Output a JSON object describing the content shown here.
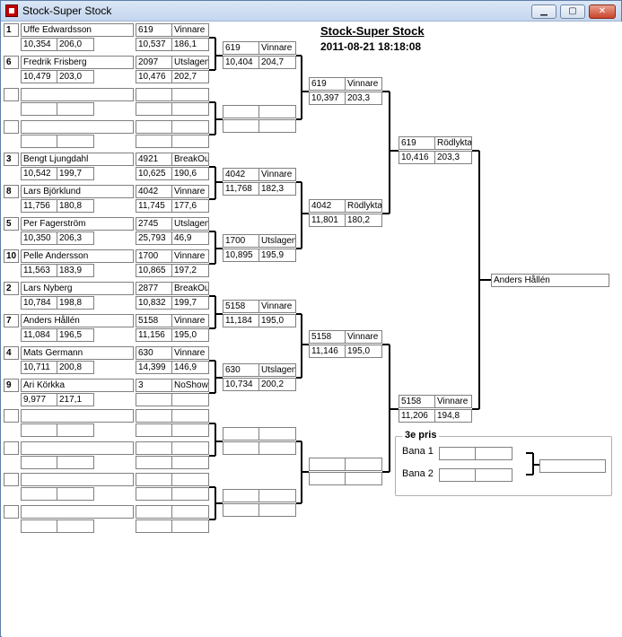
{
  "window": {
    "title": "Stock-Super Stock",
    "minimize_label": "▁",
    "maximize_label": "▢",
    "close_label": "✕"
  },
  "header": {
    "title": "Stock-Super Stock",
    "datetime": "2011-08-21 18:18:08"
  },
  "slots": [
    {
      "seed": "1",
      "name": "Uffe Edwardsson",
      "t1": "10,354",
      "t2": "206,0",
      "no": "619",
      "status": "Vinnare",
      "c1": "10,537",
      "c2": "186,1"
    },
    {
      "seed": "6",
      "name": "Fredrik Frisberg",
      "t1": "10,479",
      "t2": "203,0",
      "no": "2097",
      "status": "Utslagen",
      "c1": "10,476",
      "c2": "202,7"
    },
    {
      "seed": "",
      "name": "",
      "t1": "",
      "t2": "",
      "no": "",
      "status": "",
      "c1": "",
      "c2": ""
    },
    {
      "seed": "",
      "name": "",
      "t1": "",
      "t2": "",
      "no": "",
      "status": "",
      "c1": "",
      "c2": ""
    },
    {
      "seed": "3",
      "name": "Bengt Ljungdahl",
      "t1": "10,542",
      "t2": "199,7",
      "no": "4921",
      "status": "BreakOut",
      "c1": "10,625",
      "c2": "190,6"
    },
    {
      "seed": "8",
      "name": "Lars Björklund",
      "t1": "11,756",
      "t2": "180,8",
      "no": "4042",
      "status": "Vinnare",
      "c1": "11,745",
      "c2": "177,6"
    },
    {
      "seed": "5",
      "name": "Per Fagerström",
      "t1": "10,350",
      "t2": "206,3",
      "no": "2745",
      "status": "Utslagen",
      "c1": "25,793",
      "c2": "46,9"
    },
    {
      "seed": "10",
      "name": "Pelle Andersson",
      "t1": "11,563",
      "t2": "183,9",
      "no": "1700",
      "status": "Vinnare",
      "c1": "10,865",
      "c2": "197,2"
    },
    {
      "seed": "2",
      "name": "Lars Nyberg",
      "t1": "10,784",
      "t2": "198,8",
      "no": "2877",
      "status": "BreakOut",
      "c1": "10,832",
      "c2": "199,7"
    },
    {
      "seed": "7",
      "name": "Anders Hållén",
      "t1": "11,084",
      "t2": "196,5",
      "no": "5158",
      "status": "Vinnare",
      "c1": "11,156",
      "c2": "195,0"
    },
    {
      "seed": "4",
      "name": "Mats Germann",
      "t1": "10,711",
      "t2": "200,8",
      "no": "630",
      "status": "Vinnare",
      "c1": "14,399",
      "c2": "146,9"
    },
    {
      "seed": "9",
      "name": "Ari Körkka",
      "t1": "9,977",
      "t2": "217,1",
      "no": "3",
      "status": "NoShow",
      "c1": "",
      "c2": ""
    },
    {
      "seed": "",
      "name": "",
      "t1": "",
      "t2": "",
      "no": "",
      "status": "",
      "c1": "",
      "c2": ""
    },
    {
      "seed": "",
      "name": "",
      "t1": "",
      "t2": "",
      "no": "",
      "status": "",
      "c1": "",
      "c2": ""
    },
    {
      "seed": "",
      "name": "",
      "t1": "",
      "t2": "",
      "no": "",
      "status": "",
      "c1": "",
      "c2": ""
    },
    {
      "seed": "",
      "name": "",
      "t1": "",
      "t2": "",
      "no": "",
      "status": "",
      "c1": "",
      "c2": ""
    }
  ],
  "round2": [
    {
      "no": "619",
      "status": "Vinnare",
      "c1": "10,404",
      "c2": "204,7"
    },
    {
      "no": "",
      "status": "",
      "c1": "",
      "c2": ""
    },
    {
      "no": "4042",
      "status": "Vinnare",
      "c1": "11,768",
      "c2": "182,3"
    },
    {
      "no": "1700",
      "status": "Utslagen",
      "c1": "10,895",
      "c2": "195,9"
    },
    {
      "no": "5158",
      "status": "Vinnare",
      "c1": "11,184",
      "c2": "195,0"
    },
    {
      "no": "630",
      "status": "Utslagen",
      "c1": "10,734",
      "c2": "200,2"
    },
    {
      "no": "",
      "status": "",
      "c1": "",
      "c2": ""
    },
    {
      "no": "",
      "status": "",
      "c1": "",
      "c2": ""
    }
  ],
  "round3": [
    {
      "no": "619",
      "status": "Vinnare",
      "c1": "10,397",
      "c2": "203,3"
    },
    {
      "no": "4042",
      "status": "Rödlykta",
      "c1": "11,801",
      "c2": "180,2"
    },
    {
      "no": "5158",
      "status": "Vinnare",
      "c1": "11,146",
      "c2": "195,0"
    },
    {
      "no": "",
      "status": "",
      "c1": "",
      "c2": ""
    }
  ],
  "round4": [
    {
      "no": "619",
      "status": "Rödlykta",
      "c1": "10,416",
      "c2": "203,3"
    },
    {
      "no": "5158",
      "status": "Vinnare",
      "c1": "11,206",
      "c2": "194,8"
    }
  ],
  "final_winner": "Anders Hållén",
  "third_prize": {
    "title": "3e pris",
    "lane1_label": "Bana 1",
    "lane2_label": "Bana 2"
  }
}
